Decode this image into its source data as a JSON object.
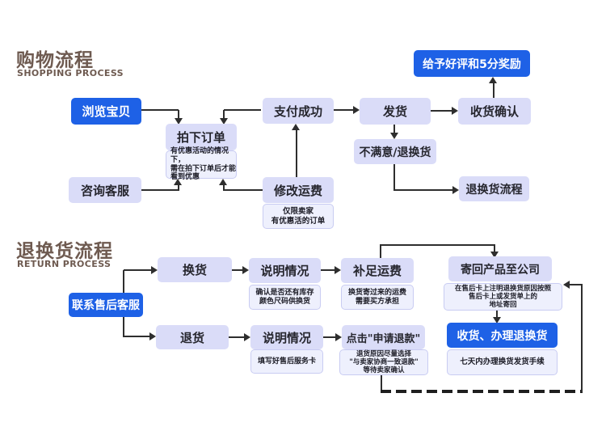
{
  "colors": {
    "primary_blue": "#1e61e6",
    "box_lavender": "#dadcf8",
    "note_bg": "#eef0fd",
    "note_border": "#c9ccf2",
    "title_brown": "#6e5a50",
    "line": "#2e2e2e",
    "background": "#ffffff"
  },
  "sections": {
    "shopping": {
      "title": "购物流程",
      "subtitle": "SHOPPING PROCESS"
    },
    "return": {
      "title": "退换货流程",
      "subtitle": "RETURN PROCESS"
    }
  },
  "nodes": {
    "browse": "浏览宝贝",
    "place_order": "拍下订单",
    "pay_success": "支付成功",
    "ship": "发货",
    "confirm_receipt": "收货确认",
    "praise": "给予好评和5分奖励",
    "unsatisfied": "不满意/退换货",
    "return_flow": "退换货流程",
    "consult": "咨询客服",
    "modify_freight": "修改运费",
    "contact_after_sales": "联系售后客服",
    "exchange": "换货",
    "explain_exchange": "说明情况",
    "supplement_freight": "补足运费",
    "send_back": "寄回产品至公司",
    "receive_handle": "收货、办理退换货",
    "return_goods": "退货",
    "explain_return": "说明情况",
    "click_refund": "点击\"申请退款\""
  },
  "notes": {
    "place_order_note": "有优惠活动的情况下，\n需在拍下订单后才能\n看到优惠",
    "modify_freight_note": "仅限卖家\n有优惠活的订单",
    "explain_exchange_note": "确认是否还有库存\n颜色尺码供换货",
    "supplement_freight_note": "换货寄过来的运费\n需要买方承担",
    "send_back_note": "在售后卡上注明退换货原因按照\n售后卡上或发货单上的\n地址寄回",
    "receive_handle_note": "七天内办理换货发货手续",
    "explain_return_note": "填写好售后服务卡",
    "click_refund_note": "退货原因尽量选择\n\"与卖家协商一致退款\"\n等待卖家确认"
  },
  "edges": [
    "browse -> place_order",
    "pay_success -> place_order",
    "consult -> place_order_note",
    "modify_freight -> place_order_note",
    "modify_freight -> pay_success",
    "pay_success -> ship",
    "ship -> confirm_receipt",
    "confirm_receipt -> praise",
    "ship -> unsatisfied",
    "unsatisfied -> return_flow",
    "contact_after_sales -> exchange",
    "contact_after_sales -> return_goods",
    "exchange -> explain_exchange",
    "explain_exchange -> supplement_freight",
    "supplement_freight -> send_back",
    "send_back -> receive_handle",
    "return_goods -> explain_return",
    "explain_return -> click_refund",
    "click_refund -> send_back"
  ]
}
